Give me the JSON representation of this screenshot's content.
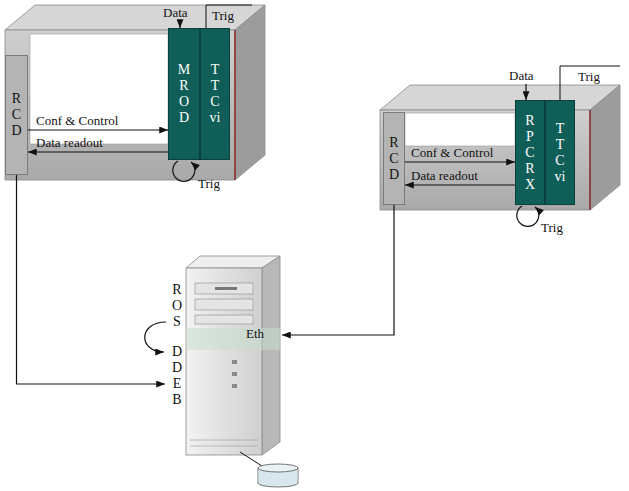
{
  "diagram": {
    "nodes": [
      {
        "text": [
          "RCD"
        ]
      },
      {
        "text": [
          "MROD"
        ]
      },
      {
        "text": [
          "TTCvi"
        ]
      },
      {
        "text": [
          "RCD"
        ]
      },
      {
        "text": [
          "RPCRX"
        ]
      },
      {
        "text": [
          "TTCvi"
        ]
      },
      {
        "text": [
          "ROS",
          "DDEB"
        ]
      }
    ],
    "edges": [
      {
        "from": 0,
        "to": 1,
        "label": "Conf & Control",
        "arrow": "to"
      },
      {
        "from": 1,
        "to": 0,
        "label": "Data readout",
        "arrow": "to"
      },
      {
        "from": 3,
        "to": 4,
        "label": "Conf & Control",
        "arrow": "to"
      },
      {
        "from": 4,
        "to": 3,
        "label": "Data readout",
        "arrow": "to"
      },
      {
        "from": 0,
        "to": 6,
        "arrow": "to"
      },
      {
        "from": 3,
        "to": 6,
        "arrow": "to"
      }
    ],
    "labels": [
      "Data",
      "Trig",
      "Trig",
      "Data",
      "Trig",
      "Trig",
      "Eth"
    ]
  }
}
